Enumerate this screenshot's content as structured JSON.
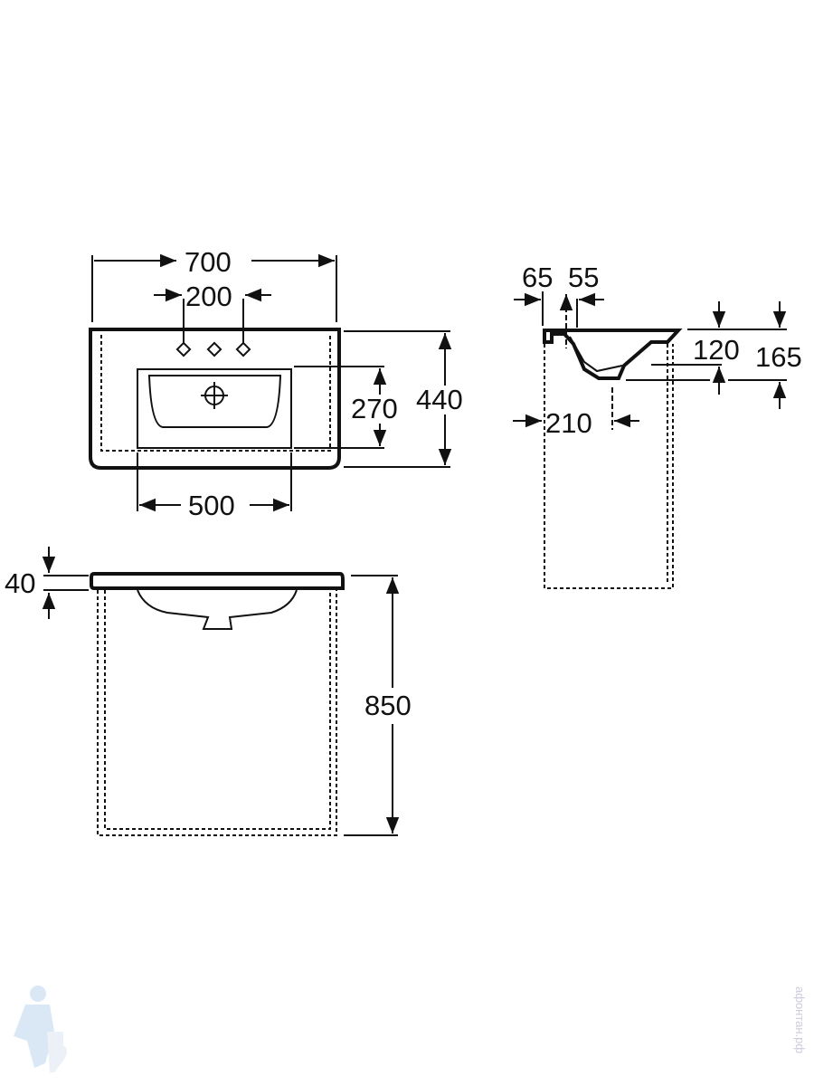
{
  "top_view": {
    "width_total": "700",
    "tap_spacing": "200",
    "bowl_depth": "270",
    "depth_total": "440",
    "bowl_width": "500"
  },
  "side_view": {
    "rim_back": "65",
    "tap_offset": "55",
    "bowl_height": "120",
    "total_height": "165",
    "drain_offset": "210"
  },
  "front_view": {
    "rim_thickness": "40",
    "install_height": "850"
  },
  "watermark": {
    "text": "афонтан.рф"
  }
}
